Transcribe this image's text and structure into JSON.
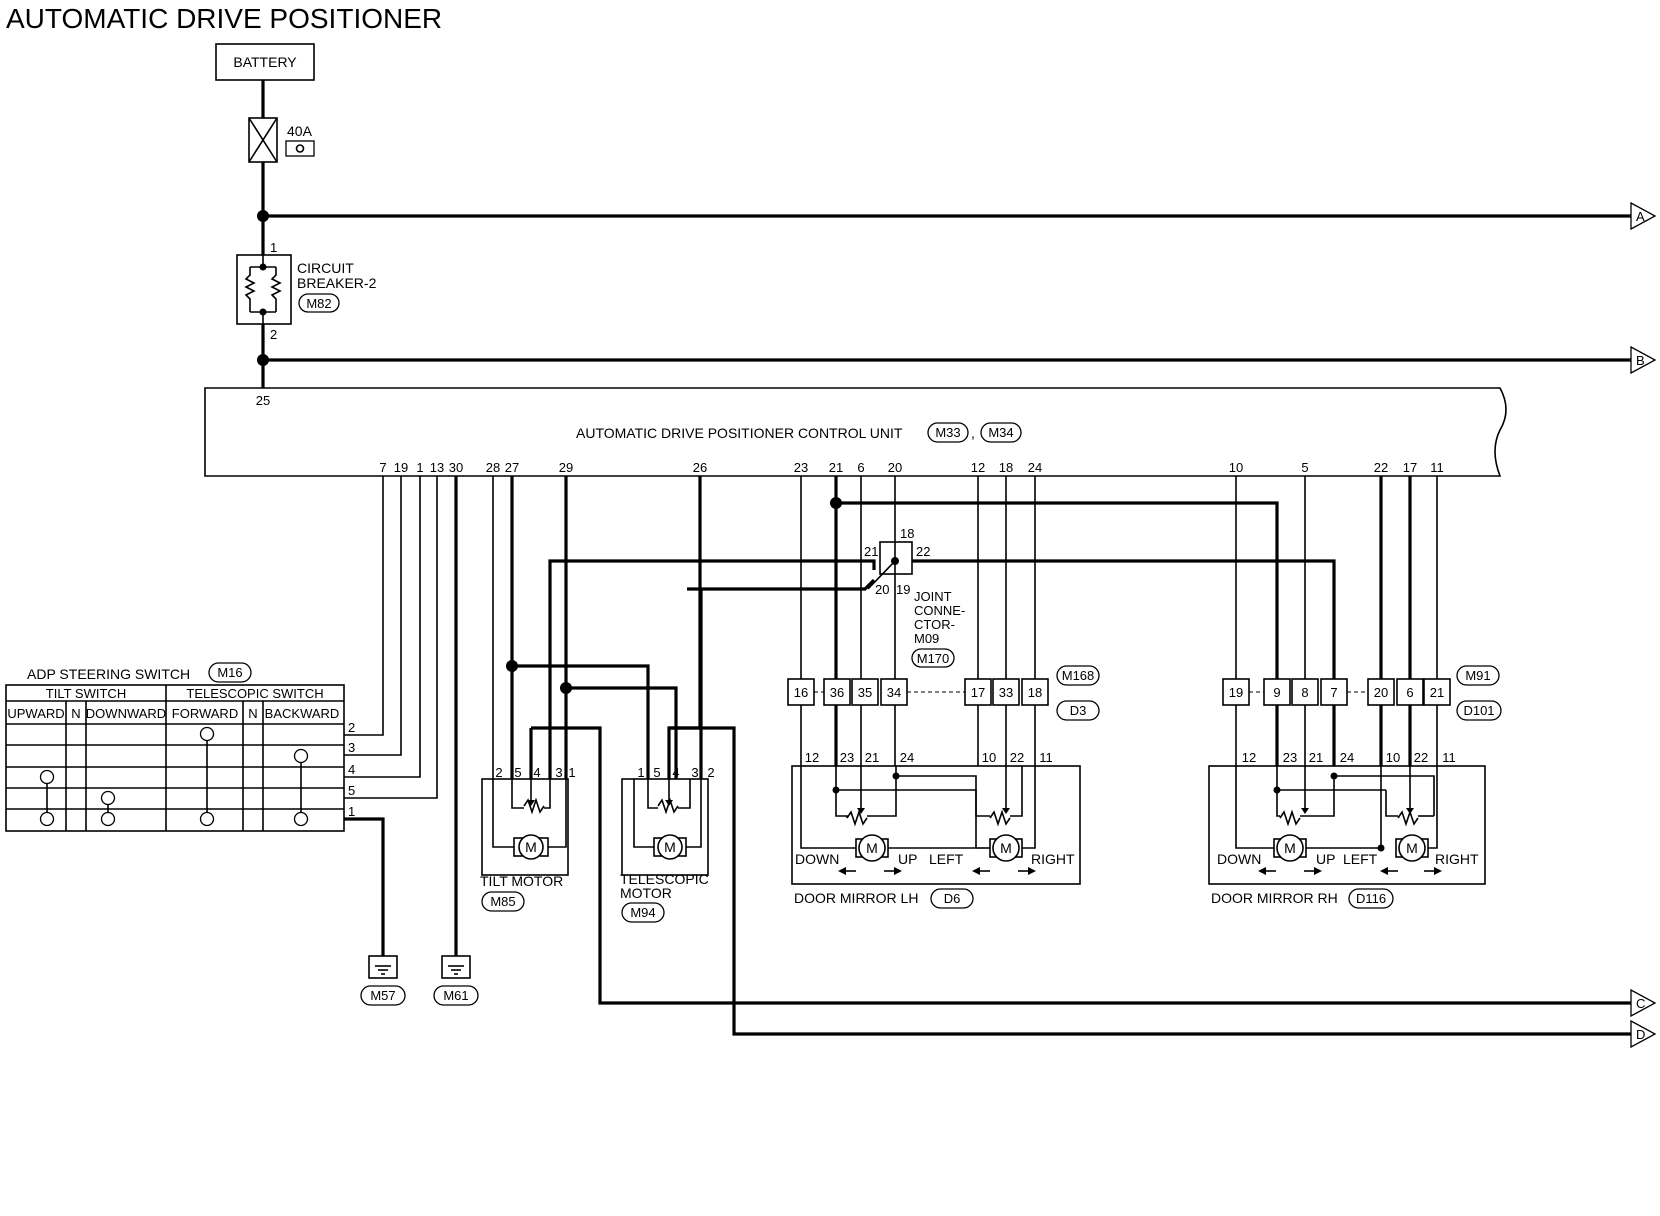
{
  "title": "AUTOMATIC DRIVE POSITIONER",
  "battery": "BATTERY",
  "fuse": "40A",
  "circuit_breaker": {
    "line1": "CIRCUIT",
    "line2": "BREAKER-2",
    "connector": "M82",
    "pin_in": "1",
    "pin_out": "2"
  },
  "control_unit": {
    "label": "AUTOMATIC DRIVE POSITIONER CONTROL UNIT",
    "connector1": "M33",
    "separator": ",",
    "connector2": "M34",
    "power_pin": "25"
  },
  "control_unit_pins": [
    "7",
    "19",
    "1",
    "13",
    "30",
    "28",
    "27",
    "29",
    "26",
    "23",
    "21",
    "6",
    "20",
    "12",
    "18",
    "24",
    "10",
    "5",
    "22",
    "17",
    "11"
  ],
  "arrows": [
    "A",
    "B",
    "C",
    "D"
  ],
  "joint_connector": {
    "line1": "JOINT",
    "line2": "CONNE-",
    "line3": "CTOR-",
    "line4": "M09",
    "connector": "M170",
    "pins": [
      "18",
      "21",
      "22",
      "20",
      "19"
    ]
  },
  "adp_switch": {
    "label": "ADP STEERING SWITCH",
    "connector": "M16",
    "groups": [
      "TILT SWITCH",
      "TELESCOPIC SWITCH"
    ],
    "columns": [
      "UPWARD",
      "N",
      "DOWNWARD",
      "FORWARD",
      "N",
      "BACKWARD"
    ],
    "row_pins": [
      "2",
      "3",
      "4",
      "5",
      "1"
    ]
  },
  "grounds": [
    "M57",
    "M61"
  ],
  "tilt_motor": {
    "line1": "TILT MOTOR",
    "connector": "M85",
    "pins": [
      "2",
      "5",
      "4",
      "3",
      "1"
    ],
    "symbol": "M"
  },
  "telescopic_motor": {
    "line1": "TELESCOPIC",
    "line2": "MOTOR",
    "connector": "M94",
    "pins": [
      "1",
      "5",
      "4",
      "3",
      "2"
    ],
    "symbol": "M"
  },
  "connector_row_lh": {
    "pins": [
      "16",
      "36",
      "35",
      "34",
      "17",
      "33",
      "18"
    ],
    "tag_top": "M168",
    "tag_bottom": "D3"
  },
  "connector_row_rh": {
    "pins": [
      "19",
      "9",
      "8",
      "7",
      "20",
      "6",
      "21"
    ],
    "tag_top": "M91",
    "tag_bottom": "D101"
  },
  "door_mirror_lh": {
    "label": "DOOR MIRROR LH",
    "connector": "D6",
    "pins": [
      "12",
      "23",
      "21",
      "24",
      "10",
      "22",
      "11"
    ],
    "down": "DOWN",
    "up": "UP",
    "left": "LEFT",
    "right": "RIGHT",
    "symbol": "M"
  },
  "door_mirror_rh": {
    "label": "DOOR MIRROR RH",
    "connector": "D116",
    "pins": [
      "12",
      "23",
      "21",
      "24",
      "10",
      "22",
      "11"
    ],
    "down": "DOWN",
    "up": "UP",
    "left": "LEFT",
    "right": "RIGHT",
    "symbol": "M"
  }
}
